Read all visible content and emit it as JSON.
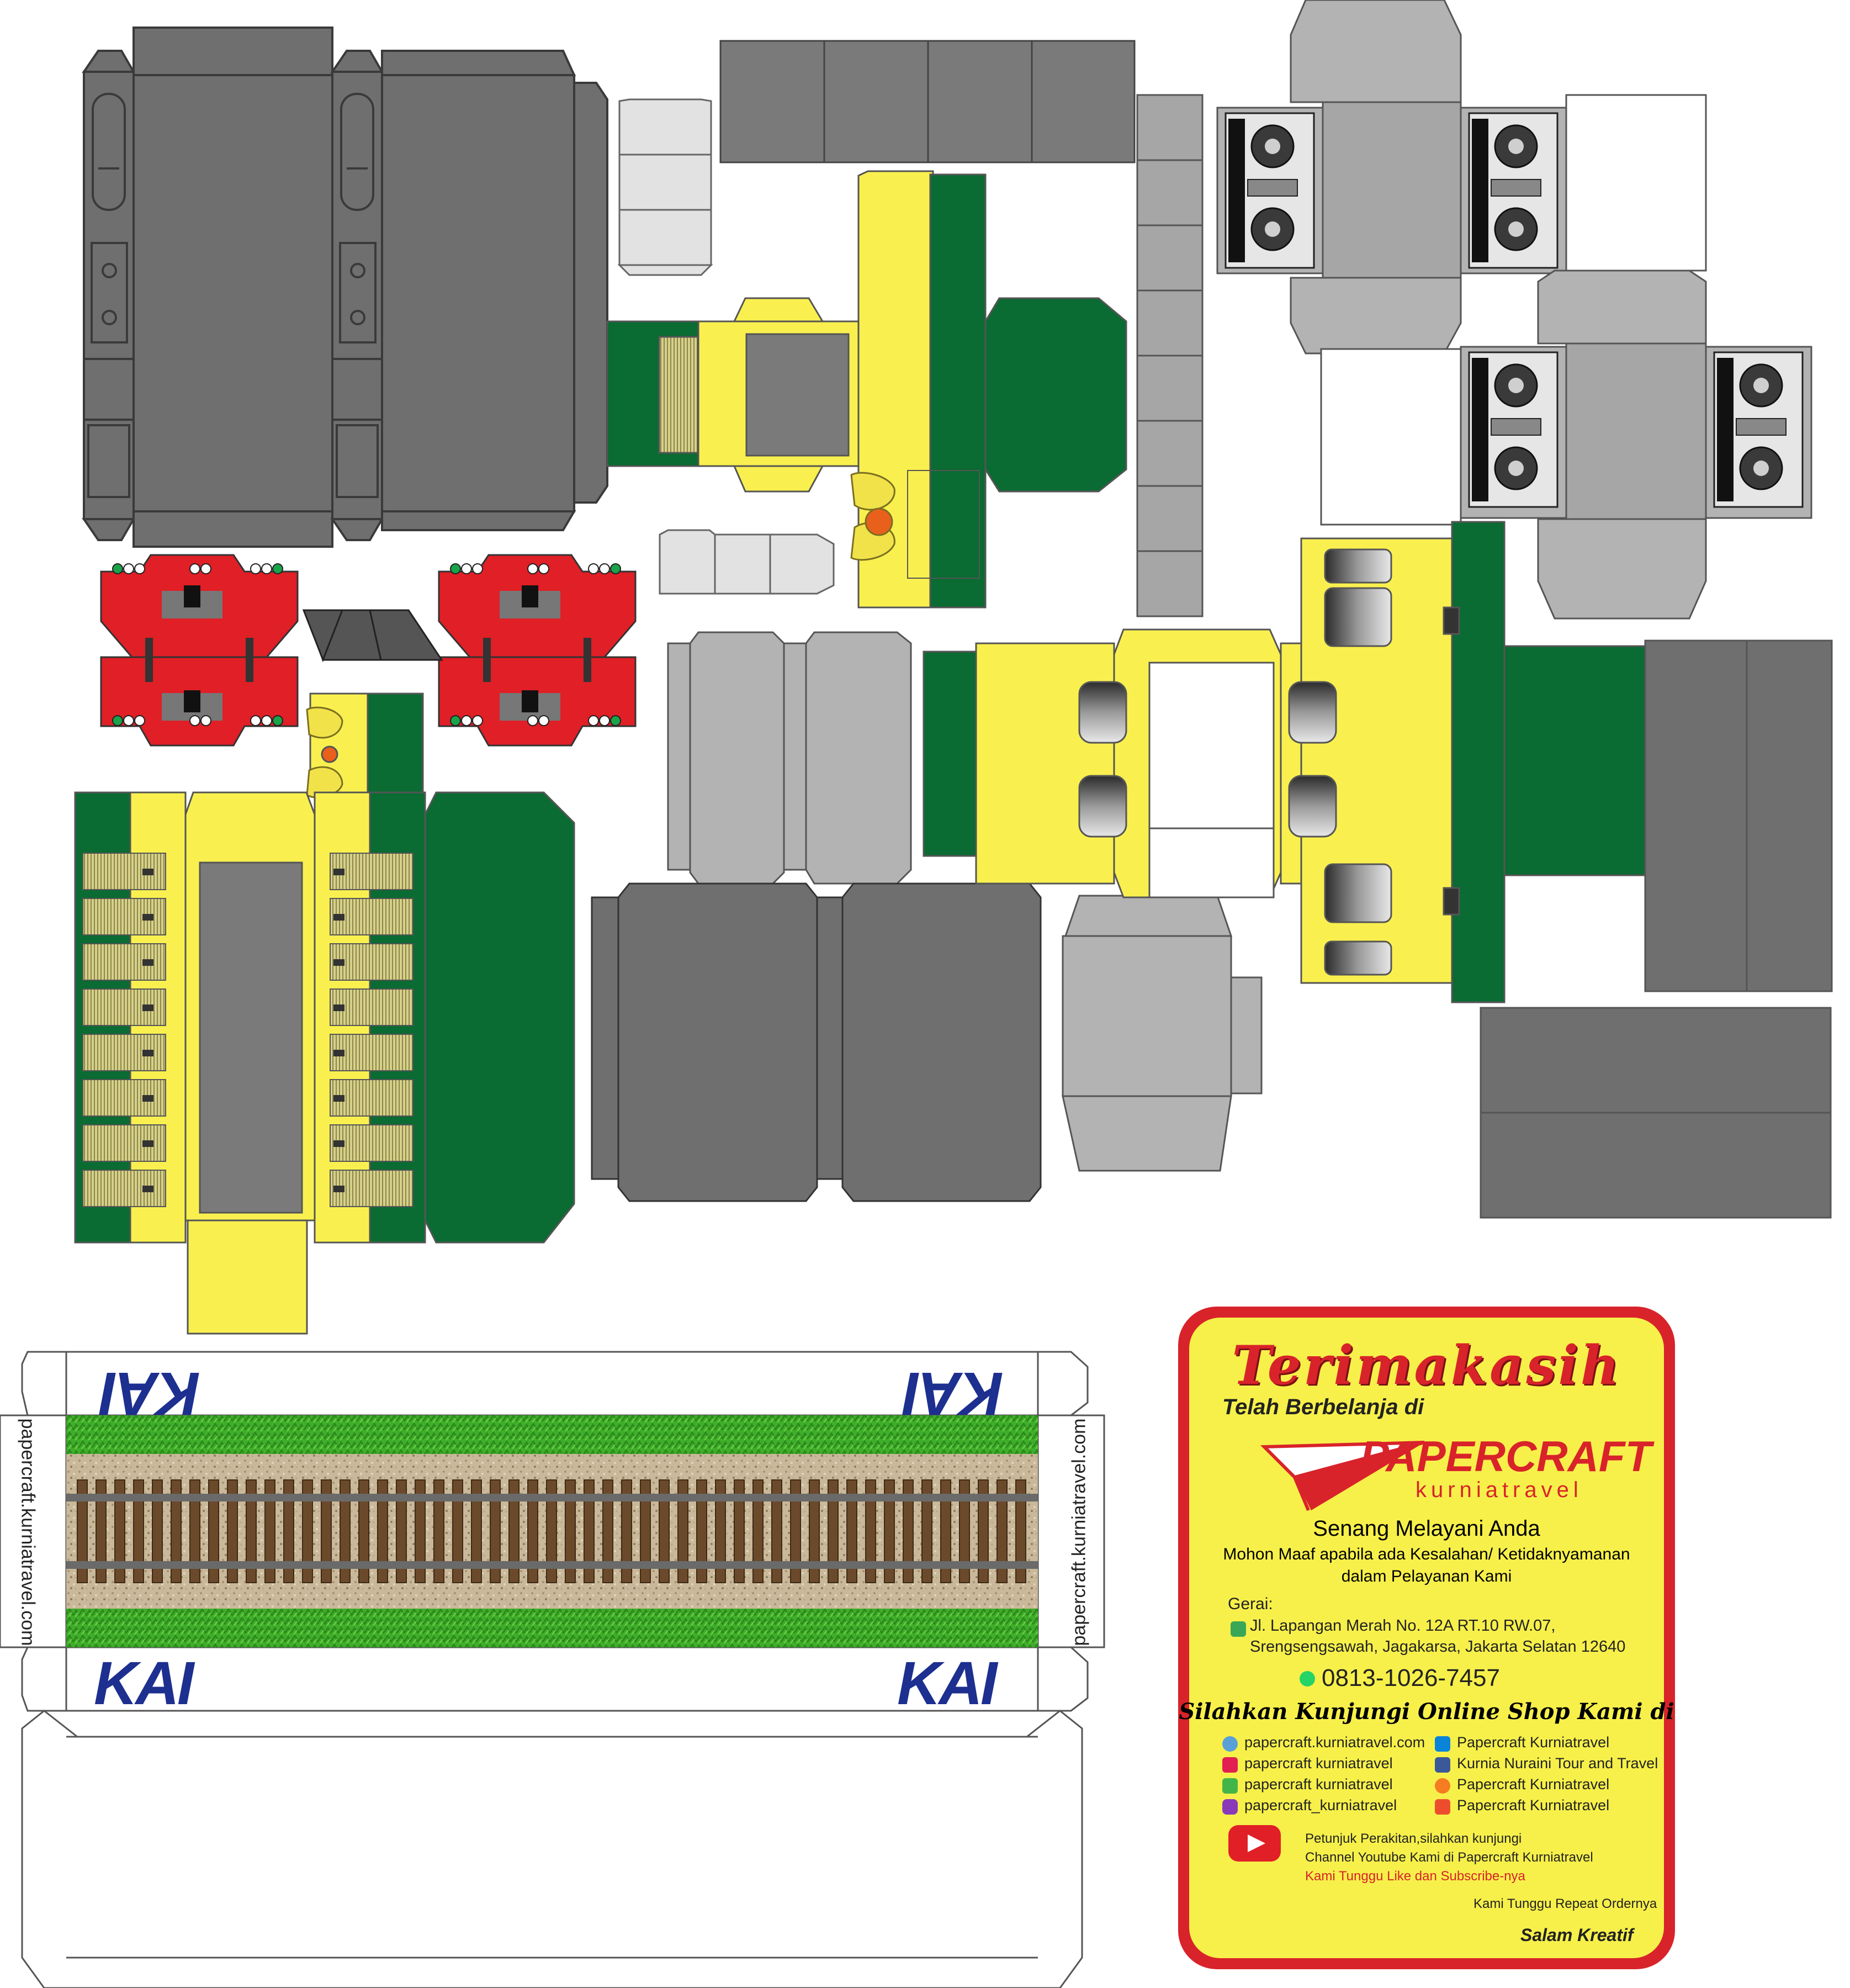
{
  "track_strip": {
    "logo_text": "KAI",
    "side_url": "papercraft.kurniatravel.com"
  },
  "thanks_card": {
    "heading": "Terimakasih",
    "subheading": "Telah Berbelanja di",
    "brand_main": "PAPERCRAFT",
    "brand_sub": "kurniatravel",
    "tagline": "Senang Melayani Anda",
    "apology_1": "Mohon Maaf apabila ada Kesalahan/ Ketidaknyamanan",
    "apology_2": "dalam Pelayanan Kami",
    "store_label": "Gerai:",
    "address_1": "Jl. Lapangan Merah No. 12A RT.10 RW.07,",
    "address_2": "Srengsengsawah, Jagakarsa, Jakarta Selatan 12640",
    "phone": "0813-1026-7457",
    "visit_text": "Silahkan Kunjungi Online Shop Kami di",
    "links_left": [
      "papercraft.kurniatravel.com",
      "papercraft kurniatravel",
      "papercraft kurniatravel",
      "papercraft_kurniatravel"
    ],
    "links_right": [
      "Papercraft Kurniatravel",
      "Kurnia Nuraini Tour and Travel",
      "Papercraft Kurniatravel",
      "Papercraft Kurniatravel"
    ],
    "youtube_1": "Petunjuk Perakitan,silahkan kunjungi",
    "youtube_2": "Channel Youtube Kami di Papercraft Kurniatravel",
    "youtube_3": "Kami Tunggu Like dan Subscribe-nya",
    "repeat": "Kami Tunggu Repeat Ordernya",
    "signature": "Salam Kreatif",
    "icon_names": [
      "maps-icon",
      "whatsapp-icon",
      "web-icon",
      "bukalapak-icon",
      "tokopedia-icon",
      "instagram-icon",
      "shopee-icon",
      "facebook-icon",
      "blibli-icon",
      "youtube-icon"
    ]
  },
  "colors": {
    "dark_gray": "#6f6f6f",
    "mid_gray": "#a6a6a6",
    "light_gray": "#bdbdbd",
    "yellow": "#f9f04f",
    "green": "#0a6b33",
    "red": "#e01f26",
    "card_red": "#d8232a",
    "kai_blue": "#1d2f8f",
    "kai_orange": "#e8601c"
  }
}
